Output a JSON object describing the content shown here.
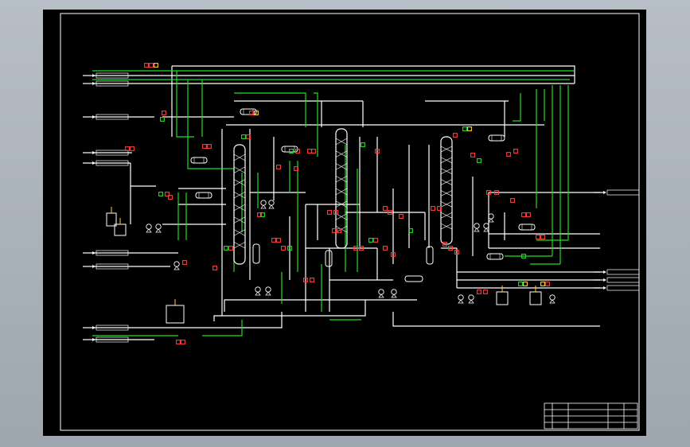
{
  "canvas": {
    "background": "#000000",
    "viewport_background": "#a9b1bb",
    "colors": {
      "main_line": "#ffffff",
      "utility_line": "#22dd22",
      "instrument": "#ff3b3b",
      "accent": "#ffd21e",
      "tag_text": "#3cff3c"
    }
  },
  "diagram": {
    "streams": [
      {
        "id": "s1",
        "label": ""
      },
      {
        "id": "s2",
        "label": ""
      },
      {
        "id": "s3",
        "label": ""
      },
      {
        "id": "s4",
        "label": ""
      },
      {
        "id": "s5",
        "label": ""
      },
      {
        "id": "s6",
        "label": ""
      },
      {
        "id": "s7",
        "label": ""
      },
      {
        "id": "s8",
        "label": ""
      },
      {
        "id": "s9",
        "label": ""
      },
      {
        "id": "s10",
        "label": ""
      },
      {
        "id": "s11",
        "label": ""
      },
      {
        "id": "s12",
        "label": ""
      },
      {
        "id": "s13",
        "label": ""
      }
    ],
    "equipment": [
      {
        "id": "col1",
        "kind": "column"
      },
      {
        "id": "col2",
        "kind": "column"
      },
      {
        "id": "col3",
        "kind": "column"
      },
      {
        "id": "tank1",
        "kind": "tank"
      },
      {
        "id": "tank2",
        "kind": "tank"
      },
      {
        "id": "tank3",
        "kind": "tank"
      },
      {
        "id": "tank4",
        "kind": "tank"
      },
      {
        "id": "tank5",
        "kind": "tank"
      },
      {
        "id": "hx1",
        "kind": "exchanger"
      },
      {
        "id": "hx2",
        "kind": "exchanger"
      },
      {
        "id": "hx3",
        "kind": "exchanger"
      },
      {
        "id": "hx4",
        "kind": "exchanger"
      },
      {
        "id": "hx5",
        "kind": "exchanger"
      },
      {
        "id": "hx6",
        "kind": "exchanger"
      },
      {
        "id": "hx7",
        "kind": "exchanger"
      },
      {
        "id": "drum1",
        "kind": "drum"
      },
      {
        "id": "drum2",
        "kind": "drum"
      }
    ],
    "top_tags": [
      "",
      "",
      "",
      "",
      "",
      "",
      "",
      "",
      ""
    ],
    "bottom_tags": [
      "",
      "",
      "",
      "",
      "",
      "",
      "",
      "",
      "",
      "",
      "",
      "",
      "",
      "",
      "",
      "",
      "",
      "",
      "",
      "",
      "",
      "",
      ""
    ]
  },
  "title_block": {
    "drawing_title": "",
    "rows": [
      "",
      "",
      "",
      ""
    ]
  }
}
